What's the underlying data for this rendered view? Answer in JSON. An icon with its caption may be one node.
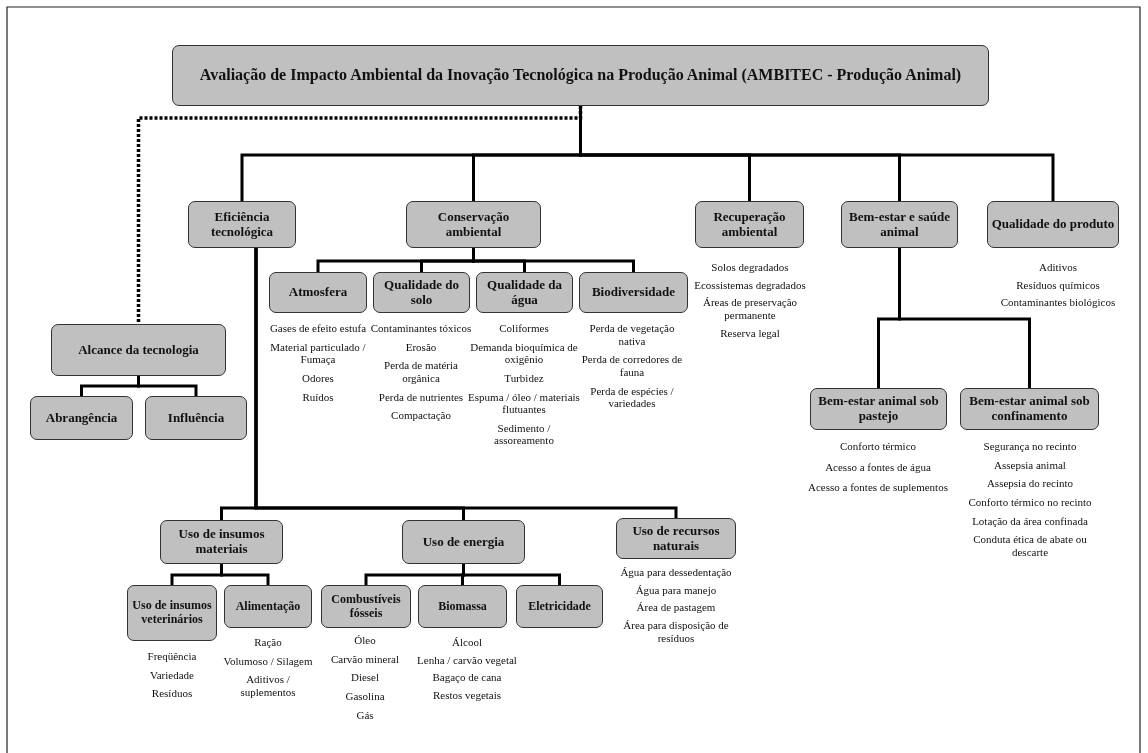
{
  "diagram": {
    "nodes": [
      {
        "text": [
          "Avaliação de Impacto Ambiental da Inovação Tecnológica na Produção Animal (AMBITEC - Produção Animal)"
        ]
      },
      {
        "text": [
          "Eficiência tecnológica"
        ]
      },
      {
        "text": [
          "Conservação ambiental"
        ]
      },
      {
        "text": [
          "Recuperação ambiental"
        ],
        "beside": [
          "Solos degradados",
          "Ecossistemas degradados",
          "Áreas de preservação permanente",
          "Reserva legal"
        ]
      },
      {
        "text": [
          "Bem-estar e saúde animal"
        ]
      },
      {
        "text": [
          "Qualidade do produto"
        ],
        "beside": [
          "Aditivos",
          "Resíduos químicos",
          "Contaminantes biológicos"
        ]
      },
      {
        "text": [
          "Atmosfera"
        ],
        "beside": [
          "Gases de efeito estufa",
          "Material particulado / Fumaça",
          "Odores",
          "Ruídos"
        ]
      },
      {
        "text": [
          "Qualidade do solo"
        ],
        "beside": [
          "Contaminantes tóxicos",
          "Erosão",
          "Perda de matéria orgânica",
          "Perda de nutrientes",
          "Compactação"
        ]
      },
      {
        "text": [
          "Qualidade da água"
        ],
        "beside": [
          "Coliformes",
          "Demanda bioquímica de oxigênio",
          "Turbidez",
          "Espuma / óleo / materiais flutuantes",
          "Sedimento / assoreamento"
        ]
      },
      {
        "text": [
          "Biodiversidade"
        ],
        "beside": [
          "Perda de vegetação nativa",
          "Perda de corredores de fauna",
          "Perda de espécies / variedades"
        ]
      },
      {
        "text": [
          "Alcance da tecnologia"
        ]
      },
      {
        "text": [
          "Abrangência"
        ]
      },
      {
        "text": [
          "Influência"
        ]
      },
      {
        "text": [
          "Bem-estar animal sob pastejo"
        ],
        "beside": [
          "Conforto térmico",
          "Acesso a fontes de água",
          "Acesso a fontes de suplementos"
        ]
      },
      {
        "text": [
          "Bem-estar animal sob confinamento"
        ],
        "beside": [
          "Segurança no recinto",
          "Assepsia animal",
          "Assepsia do recinto",
          "Conforto térmico no recinto",
          "Lotação da área confinada",
          "Conduta ética de abate ou descarte"
        ]
      },
      {
        "text": [
          "Uso de insumos materiais"
        ]
      },
      {
        "text": [
          "Uso de energia"
        ]
      },
      {
        "text": [
          "Uso de recursos naturais"
        ],
        "beside": [
          "Água para dessedentação",
          "Água para manejo",
          "Área de pastagem",
          "Área para disposição de resíduos"
        ]
      },
      {
        "text": [
          "Uso de insumos veterinários"
        ],
        "beside": [
          "Freqüência",
          "Variedade",
          "Resíduos"
        ]
      },
      {
        "text": [
          "Alimentação"
        ],
        "beside": [
          "Ração",
          "Volumoso / Silagem",
          "Aditivos / suplementos"
        ]
      },
      {
        "text": [
          "Combustíveis fósseis"
        ],
        "beside": [
          "Óleo",
          "Carvão mineral",
          "Diesel",
          "Gasolina",
          "Gás"
        ]
      },
      {
        "text": [
          "Biomassa"
        ],
        "beside": [
          "Álcool",
          "Lenha / carvão vegetal",
          "Bagaço de cana",
          "Restos vegetais"
        ]
      },
      {
        "text": [
          "Eletricidade"
        ]
      }
    ],
    "edges": [
      {
        "from": 0,
        "to": 1,
        "arrow": "none"
      },
      {
        "from": 0,
        "to": 2,
        "arrow": "none"
      },
      {
        "from": 0,
        "to": 3,
        "arrow": "none"
      },
      {
        "from": 0,
        "to": 4,
        "arrow": "none"
      },
      {
        "from": 0,
        "to": 5,
        "arrow": "none"
      },
      {
        "from": 0,
        "to": 10,
        "arrow": "none",
        "style": "dashed"
      },
      {
        "from": 2,
        "to": 6,
        "arrow": "none"
      },
      {
        "from": 2,
        "to": 7,
        "arrow": "none"
      },
      {
        "from": 2,
        "to": 8,
        "arrow": "none"
      },
      {
        "from": 2,
        "to": 9,
        "arrow": "none"
      },
      {
        "from": 10,
        "to": 11,
        "arrow": "none"
      },
      {
        "from": 10,
        "to": 12,
        "arrow": "none"
      },
      {
        "from": 4,
        "to": 13,
        "arrow": "none"
      },
      {
        "from": 4,
        "to": 14,
        "arrow": "none"
      },
      {
        "from": 1,
        "to": 15,
        "arrow": "none"
      },
      {
        "from": 1,
        "to": 16,
        "arrow": "none"
      },
      {
        "from": 1,
        "to": 17,
        "arrow": "none"
      },
      {
        "from": 15,
        "to": 18,
        "arrow": "none"
      },
      {
        "from": 15,
        "to": 19,
        "arrow": "none"
      },
      {
        "from": 16,
        "to": 20,
        "arrow": "none"
      },
      {
        "from": 16,
        "to": 21,
        "arrow": "none"
      },
      {
        "from": 16,
        "to": 22,
        "arrow": "none"
      }
    ]
  }
}
